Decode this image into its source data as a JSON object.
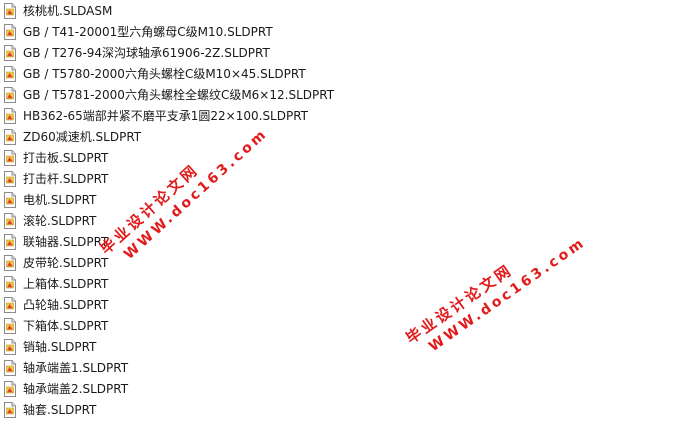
{
  "files": [
    {
      "name": "核桃机.SLDASM",
      "icon": "assembly-file-icon"
    },
    {
      "name": "GB / T41-20001型六角螺母C级M10.SLDPRT",
      "icon": "part-file-icon"
    },
    {
      "name": "GB / T276-94深沟球轴承61906-2Z.SLDPRT",
      "icon": "part-file-icon"
    },
    {
      "name": "GB / T5780-2000六角头螺栓C级M10×45.SLDPRT",
      "icon": "part-file-icon"
    },
    {
      "name": "GB / T5781-2000六角头螺栓全螺纹C级M6×12.SLDPRT",
      "icon": "part-file-icon"
    },
    {
      "name": "HB362-65端部并紧不磨平支承1圆22×100.SLDPRT",
      "icon": "part-file-icon"
    },
    {
      "name": "ZD60减速机.SLDPRT",
      "icon": "part-file-icon"
    },
    {
      "name": "打击板.SLDPRT",
      "icon": "part-file-icon"
    },
    {
      "name": "打击杆.SLDPRT",
      "icon": "part-file-icon"
    },
    {
      "name": "电机.SLDPRT",
      "icon": "part-file-icon"
    },
    {
      "name": "滚轮.SLDPRT",
      "icon": "part-file-icon"
    },
    {
      "name": "联轴器.SLDPRT",
      "icon": "part-file-icon"
    },
    {
      "name": "皮带轮.SLDPRT",
      "icon": "part-file-icon"
    },
    {
      "name": "上箱体.SLDPRT",
      "icon": "part-file-icon"
    },
    {
      "name": "凸轮轴.SLDPRT",
      "icon": "part-file-icon"
    },
    {
      "name": "下箱体.SLDPRT",
      "icon": "part-file-icon"
    },
    {
      "name": "销轴.SLDPRT",
      "icon": "part-file-icon"
    },
    {
      "name": "轴承端盖1.SLDPRT",
      "icon": "part-file-icon"
    },
    {
      "name": "轴承端盖2.SLDPRT",
      "icon": "part-file-icon"
    },
    {
      "name": "轴套.SLDPRT",
      "icon": "part-file-icon"
    }
  ],
  "watermark": {
    "title": "毕业设计论文网",
    "url": "WWW.doc163.com",
    "color": "#e21a1a"
  }
}
